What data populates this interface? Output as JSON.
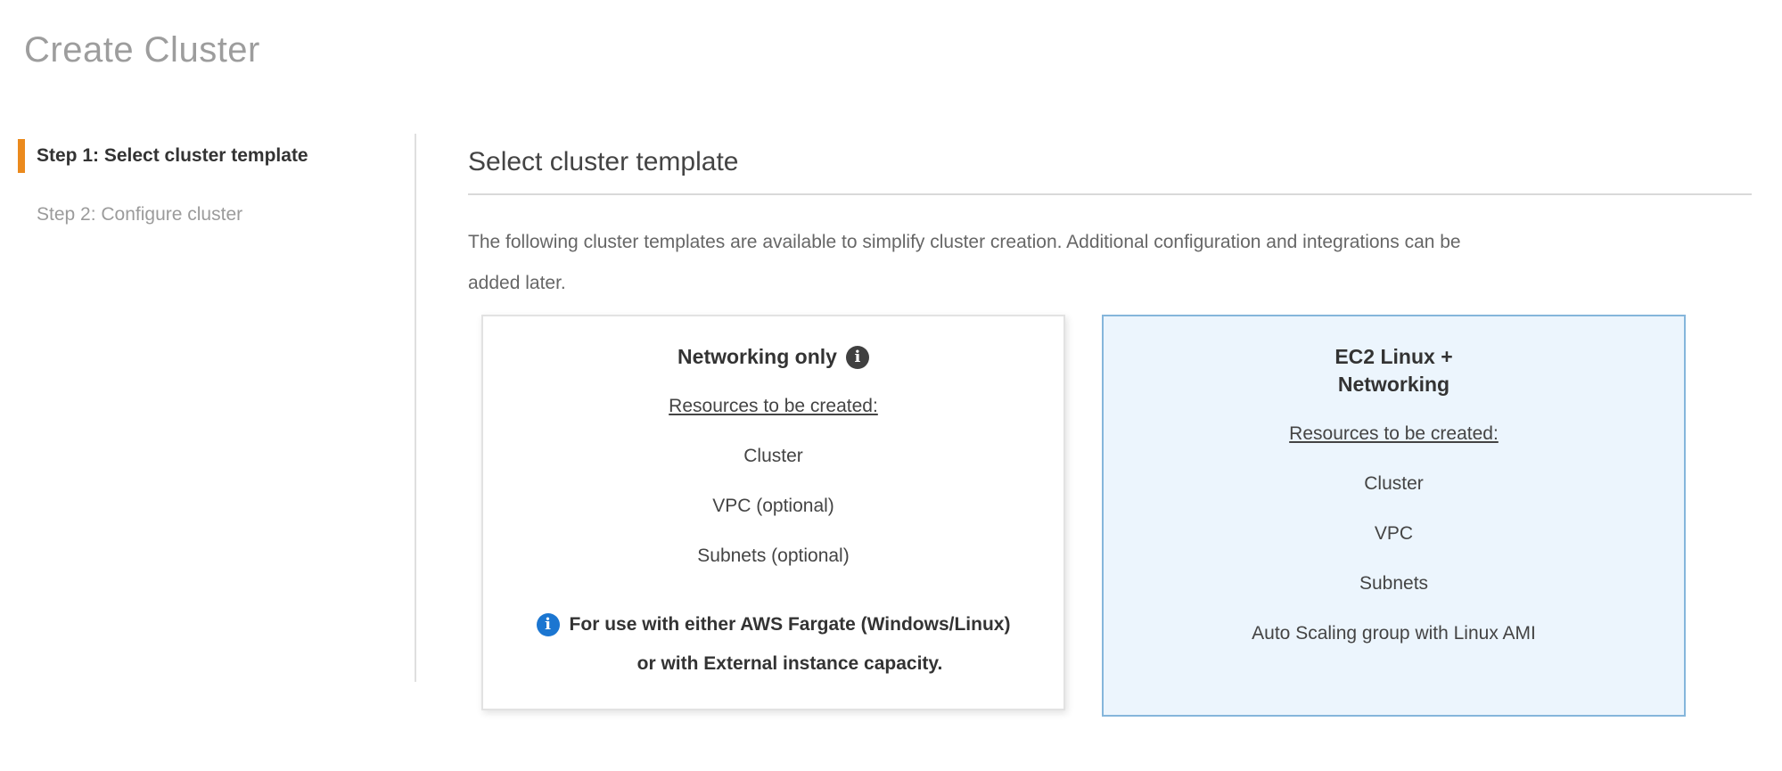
{
  "page": {
    "title": "Create Cluster"
  },
  "icons": {
    "info_glyph": "i"
  },
  "colors": {
    "accent_orange": "#eb8a1d",
    "selected_card_border": "#85b6db",
    "selected_card_bg": "#ecf5fd",
    "info_icon_blue": "#1b76d1",
    "info_icon_gray": "#404040"
  },
  "sidebar": {
    "steps": [
      {
        "label": "Step 1: Select cluster template",
        "active": true
      },
      {
        "label": "Step 2: Configure cluster",
        "active": false
      }
    ]
  },
  "main": {
    "heading": "Select cluster template",
    "description": "The following cluster templates are available to simplify cluster creation. Additional configuration and integrations can be\nadded later.",
    "cards": [
      {
        "title": "Networking only",
        "resources_label": "Resources to be created:",
        "items": [
          "Cluster",
          "VPC (optional)",
          "Subnets (optional)"
        ],
        "note": "For use with either AWS Fargate (Windows/Linux)\nor with External instance capacity.",
        "selected": false
      },
      {
        "title": "EC2 Linux +\nNetworking",
        "resources_label": "Resources to be created:",
        "items": [
          "Cluster",
          "VPC",
          "Subnets",
          "Auto Scaling group with Linux AMI"
        ],
        "selected": true
      }
    ]
  }
}
